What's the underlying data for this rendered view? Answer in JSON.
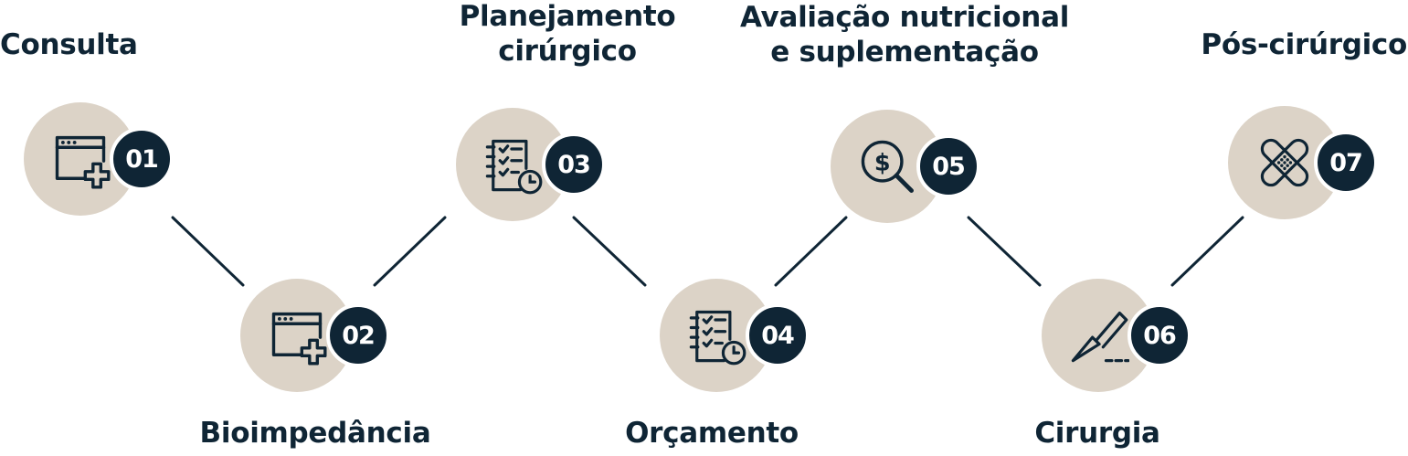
{
  "diagram": {
    "colors": {
      "navy": "#0f2535",
      "disc": "#dcd3c7",
      "line": "#0f2535"
    },
    "steps": [
      {
        "number": "01",
        "label": [
          "Consulta"
        ],
        "icon": "browser-plus-icon"
      },
      {
        "number": "02",
        "label": [
          "Bioimpedância"
        ],
        "icon": "browser-plus-icon"
      },
      {
        "number": "03",
        "label": [
          "Planejamento",
          "cirúrgico"
        ],
        "icon": "checklist-clock-icon"
      },
      {
        "number": "04",
        "label": [
          "Orçamento"
        ],
        "icon": "checklist-clock-icon"
      },
      {
        "number": "05",
        "label": [
          "Avaliação nutricional",
          "e suplementação"
        ],
        "icon": "dollar-search-icon"
      },
      {
        "number": "06",
        "label": [
          "Cirurgia"
        ],
        "icon": "scalpel-icon"
      },
      {
        "number": "07",
        "label": [
          "Pós-cirúrgico"
        ],
        "icon": "bandage-icon"
      }
    ]
  }
}
